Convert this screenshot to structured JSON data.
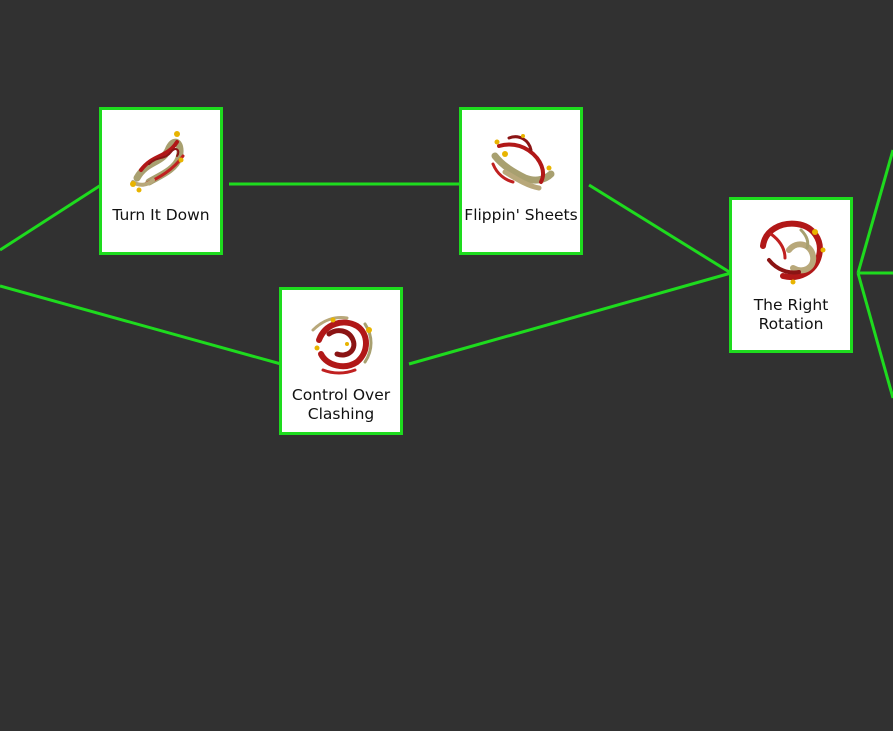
{
  "accent_color": "#1edb1e",
  "background_color": "#313131",
  "puzzles": [
    {
      "id": "turn-it-down",
      "label": "Turn It Down",
      "icon": "protein-structure-icon"
    },
    {
      "id": "flippin-sheets",
      "label": "Flippin' Sheets",
      "icon": "protein-structure-icon"
    },
    {
      "id": "control-over-clashing",
      "label": "Control Over\nClashing",
      "icon": "protein-structure-icon"
    },
    {
      "id": "the-right-rotation",
      "label": "The Right\nRotation",
      "icon": "protein-structure-icon"
    }
  ]
}
